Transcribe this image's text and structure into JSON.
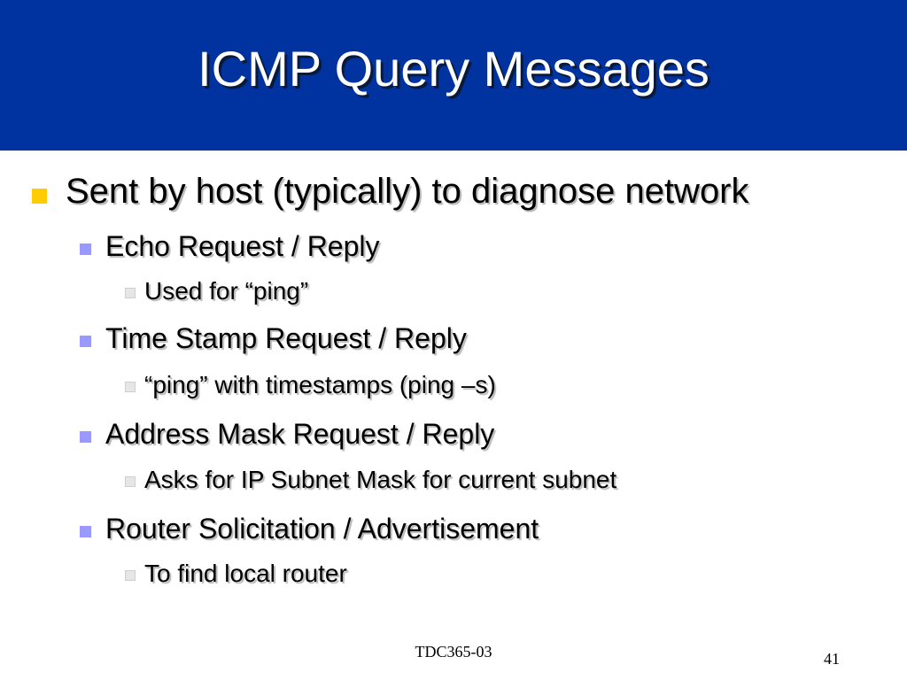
{
  "slide": {
    "title": "ICMP Query Messages",
    "bullets": [
      {
        "level": 1,
        "text": "Sent by host (typically) to diagnose network"
      },
      {
        "level": 2,
        "text": "Echo Request / Reply"
      },
      {
        "level": 3,
        "text": "Used for “ping”"
      },
      {
        "level": 2,
        "text": "Time Stamp Request / Reply"
      },
      {
        "level": 3,
        "text": "“ping” with timestamps (ping –s)"
      },
      {
        "level": 2,
        "text": "Address Mask Request / Reply"
      },
      {
        "level": 3,
        "text": "Asks for IP Subnet Mask for current subnet"
      },
      {
        "level": 2,
        "text": "Router Solicitation / Advertisement"
      },
      {
        "level": 3,
        "text": "To find local router"
      }
    ],
    "footer": "TDC365-03",
    "page_number": "41"
  },
  "colors": {
    "title_bar": "#0033a0",
    "level1_bullet": "#ffcc00",
    "level2_bullet": "#9999ff",
    "level3_bullet": "#e6e6e6"
  }
}
